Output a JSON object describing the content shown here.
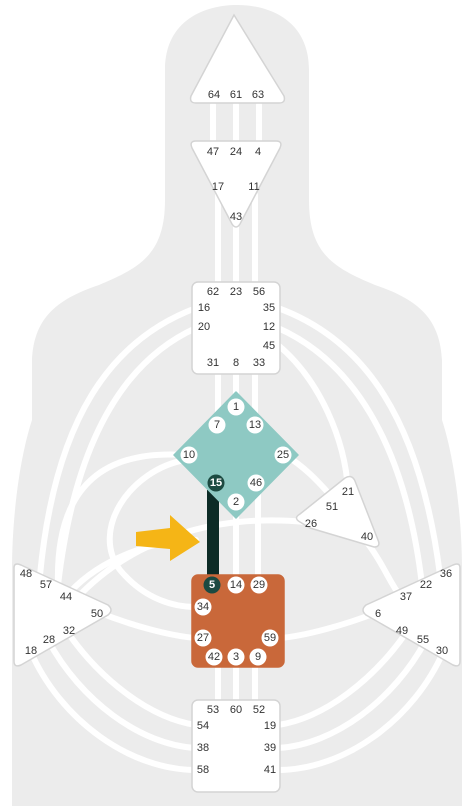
{
  "colors": {
    "silhouette": "#ececec",
    "channel": "#ffffff",
    "center_fill": "#ffffff",
    "center_stroke": "#d4d4d4",
    "g_center": "#8ec9c3",
    "sacral_center": "#c9683a",
    "defined_channel": "#0c2b26",
    "active_gate": "#1c4a41",
    "gate_circle": "#ffffff",
    "arrow": "#f5b516",
    "text": "#333333"
  },
  "centers": {
    "head": {
      "gates": [
        "64",
        "61",
        "63"
      ]
    },
    "ajna": {
      "gates": [
        "47",
        "24",
        "4",
        "17",
        "11",
        "43"
      ]
    },
    "throat": {
      "gates": [
        "62",
        "23",
        "56",
        "16",
        "35",
        "20",
        "12",
        "45",
        "31",
        "8",
        "33"
      ]
    },
    "g": {
      "gates": [
        "1",
        "7",
        "13",
        "10",
        "25",
        "15",
        "46",
        "2"
      ],
      "active_gates": [
        "15"
      ]
    },
    "heart": {
      "gates": [
        "21",
        "51",
        "26",
        "40"
      ]
    },
    "spleen": {
      "gates": [
        "48",
        "57",
        "44",
        "50",
        "32",
        "28",
        "18"
      ]
    },
    "sacral": {
      "gates": [
        "5",
        "14",
        "29",
        "34",
        "27",
        "59",
        "42",
        "3",
        "9"
      ],
      "active_gates": [
        "5"
      ]
    },
    "solar_plexus": {
      "gates": [
        "36",
        "22",
        "37",
        "6",
        "49",
        "55",
        "30"
      ]
    },
    "root": {
      "gates": [
        "53",
        "60",
        "52",
        "54",
        "19",
        "38",
        "39",
        "58",
        "41"
      ]
    }
  },
  "defined_channels": [
    {
      "from_gate": "15",
      "to_gate": "5"
    }
  ],
  "arrow": {
    "icon": "arrow-right",
    "points_to": "channel-15-5"
  }
}
